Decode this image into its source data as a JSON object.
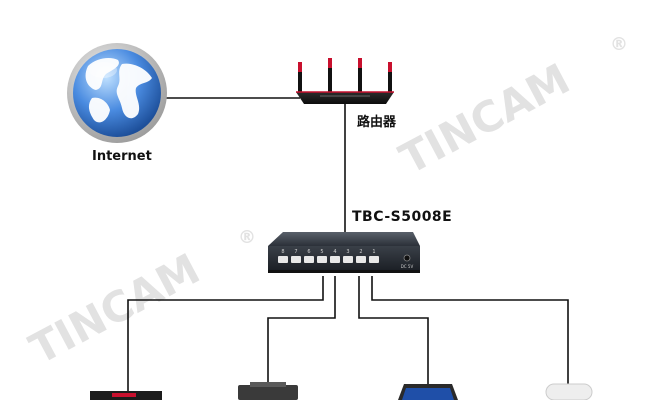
{
  "labels": {
    "internet": "Internet",
    "router": "路由器",
    "switch_model": "TBC-S5008E"
  },
  "watermark": {
    "brand": "TINCAM",
    "mark": "®"
  },
  "switch": {
    "port_numbers": [
      "8",
      "7",
      "6",
      "5",
      "4",
      "3",
      "2",
      "1"
    ],
    "power_label": "DC 5V"
  },
  "colors": {
    "line": "#111111",
    "globe_ocean": "#3f7fd0",
    "globe_land": "#ffffff",
    "router_body": "#1a1a1a",
    "router_accent": "#c8102e",
    "switch_body": "#2a2f36",
    "watermark": "#dcdcdc"
  }
}
